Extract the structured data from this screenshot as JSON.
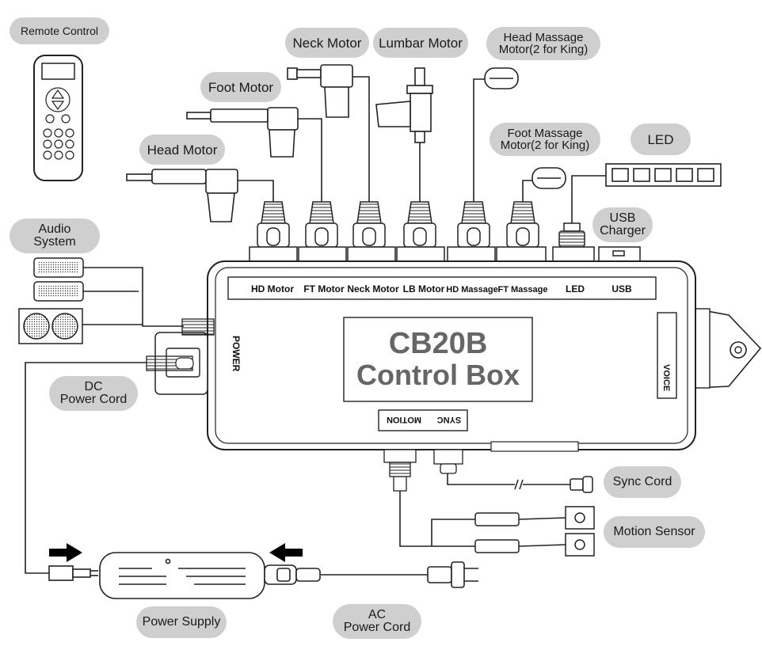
{
  "labels": {
    "remote_control": "Remote Control",
    "neck_motor": "Neck Motor",
    "lumbar_motor": "Lumbar Motor",
    "head_massage_line1": "Head Massage",
    "head_massage_line2": "Motor(2 for King)",
    "foot_motor": "Foot Motor",
    "foot_massage_line1": "Foot Massage",
    "foot_massage_line2": "Motor(2 for King)",
    "led": "LED",
    "head_motor": "Head Motor",
    "audio_line1": "Audio",
    "audio_line2": "System",
    "usb_line1": "USB",
    "usb_line2": "Charger",
    "dc_line1": "DC",
    "dc_line2": "Power Cord",
    "sync_cord": "Sync Cord",
    "motion_sensor": "Motion Sensor",
    "power_supply": "Power Supply",
    "ac_line1": "AC",
    "ac_line2": "Power Cord"
  },
  "box": {
    "title_line1": "CB20B",
    "title_line2": "Control Box",
    "port_labels": [
      "HD Motor",
      "FT Motor",
      "Neck Motor",
      "LB Motor",
      "HD Massage",
      "FT Massage",
      "LED",
      "USB"
    ],
    "power": "POWER",
    "voice": "VOICE",
    "sync": "SYNC",
    "motion": "MOTION"
  },
  "colors": {
    "pill": "#cfcfcf",
    "line": "#222222",
    "title": "#666666"
  }
}
